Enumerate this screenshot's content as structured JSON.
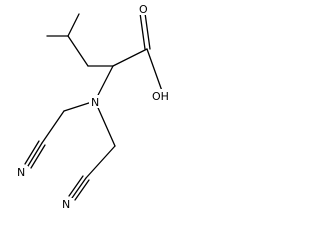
{
  "molecule": {
    "atoms": {
      "hydroxyl": "OH",
      "oxygen": "O",
      "nitrogen": "N",
      "nitrile_upper": "N",
      "nitrile_lower": "N"
    }
  }
}
